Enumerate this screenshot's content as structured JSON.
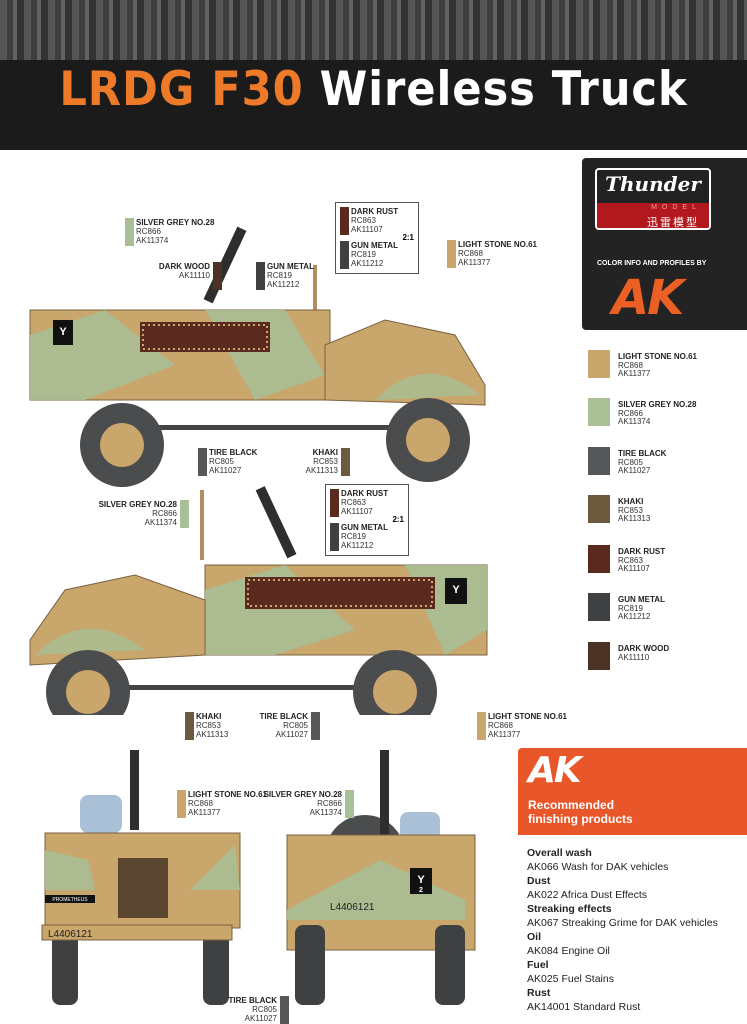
{
  "header": {
    "title_part1": "LRDG F30",
    "title_part2": "Wireless Truck"
  },
  "logo_panel": {
    "brand": "Thunder",
    "brand_sub": "MODEL",
    "brand_cn": "迅雷模型",
    "credit": "COLOR INFO AND PROFILES BY",
    "ak_logo": "AK"
  },
  "colors": {
    "light_stone": "#c9a66b",
    "silver_grey": "#a9bf95",
    "tire_black": "#555759",
    "khaki": "#6b5a3e",
    "dark_rust": "#5a2a1e",
    "gun_metal": "#3f4042",
    "dark_wood": "#4a3325",
    "accent_orange": "#e8562a"
  },
  "legend": [
    {
      "name": "LIGHT STONE NO.61",
      "c1": "RC868",
      "c2": "AK11377",
      "color": "#c9a66b"
    },
    {
      "name": "SILVER GREY NO.28",
      "c1": "RC866",
      "c2": "AK11374",
      "color": "#a9bf95"
    },
    {
      "name": "TIRE BLACK",
      "c1": "RC805",
      "c2": "AK11027",
      "color": "#555759"
    },
    {
      "name": "KHAKI",
      "c1": "RC853",
      "c2": "AK11313",
      "color": "#6b5a3e"
    },
    {
      "name": "DARK RUST",
      "c1": "RC863",
      "c2": "AK11107",
      "color": "#5a2a1e"
    },
    {
      "name": "GUN METAL",
      "c1": "RC819",
      "c2": "AK11212",
      "color": "#3f4042"
    },
    {
      "name": "DARK WOOD",
      "c1": "AK11110",
      "c2": "",
      "color": "#4a3325"
    }
  ],
  "callouts": {
    "silver_grey": {
      "name": "SILVER GREY NO.28",
      "c1": "RC866",
      "c2": "AK11374"
    },
    "dark_wood": {
      "name": "DARK WOOD",
      "c1": "AK11110"
    },
    "gun_metal": {
      "name": "GUN METAL",
      "c1": "RC819",
      "c2": "AK11212"
    },
    "dark_rust": {
      "name": "DARK RUST",
      "c1": "RC863",
      "c2": "AK11107"
    },
    "light_stone": {
      "name": "LIGHT STONE NO.61",
      "c1": "RC868",
      "c2": "AK11377"
    },
    "tire_black": {
      "name": "TIRE BLACK",
      "c1": "RC805",
      "c2": "AK11027"
    },
    "khaki": {
      "name": "KHAKI",
      "c1": "RC853",
      "c2": "AK11313"
    },
    "mix_ratio": "2:1"
  },
  "markings": {
    "tac_letter": "Y",
    "tac_num": "2",
    "reg": "L4406121",
    "front_plate": "PROMETHEUS"
  },
  "ak_banner": {
    "logo": "AK",
    "line1": "Recommended",
    "line2": "finishing products"
  },
  "finishing": [
    {
      "heading": "Overall wash",
      "product": "AK066 Wash for DAK vehicles"
    },
    {
      "heading": "Dust",
      "product": "AK022 Africa Dust Effects"
    },
    {
      "heading": "Streaking effects",
      "product": "AK067 Streaking Grime for DAK vehicles"
    },
    {
      "heading": "Oil",
      "product": "AK084 Engine Oil"
    },
    {
      "heading": "Fuel",
      "product": "AK025 Fuel Stains"
    },
    {
      "heading": "Rust",
      "product": "AK14001 Standard Rust"
    }
  ]
}
